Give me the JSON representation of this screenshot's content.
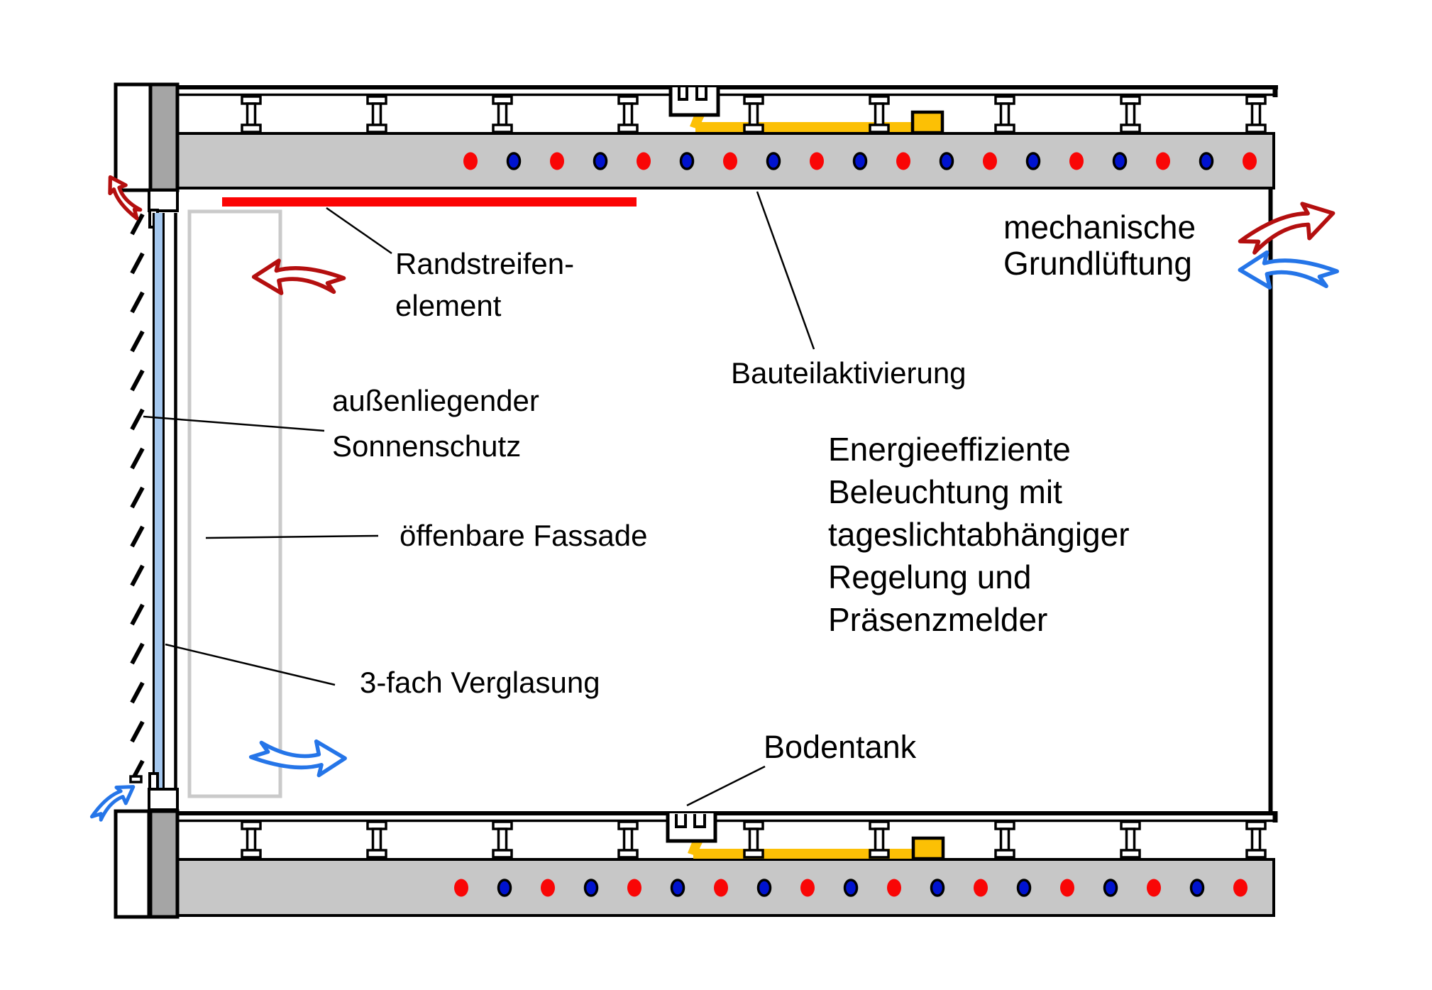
{
  "diagram": {
    "labels": {
      "randstreifenelement": [
        "Randstreifen-",
        "element"
      ],
      "grundlueftung": [
        "mechanische",
        "Grundlüftung"
      ],
      "bauteilaktivierung": "Bauteilaktivierung",
      "sonnenschutz": [
        "außenliegender",
        "Sonnenschutz"
      ],
      "fassade": "öffenbare Fassade",
      "beleuchtung": [
        "Energieeffiziente",
        "Beleuchtung mit",
        "tageslichtabhängiger",
        "Regelung und",
        "Präsenzmelder"
      ],
      "verglasung": "3-fach Verglasung",
      "bodentank": "Bodentank"
    },
    "colors": {
      "pipe_red": "#f90606",
      "pipe_blue": "#0013cf",
      "band_red": "#fb0404",
      "accent_yellow": "#fcc005",
      "glazing_blue": "#a5c8ef",
      "arrow_red": "#b40f0f",
      "arrow_blue": "#2575e8",
      "slab_gray": "#c7c7c7",
      "column_gray": "#a5a5a5",
      "shade_gray": "#cacaca",
      "line_black": "#000000"
    },
    "slab_pipes": {
      "count_per_slab": 19,
      "rows": 2,
      "pattern": [
        "red",
        "blue"
      ]
    },
    "arrows": [
      {
        "name": "exhaust-air-arrow-top-left",
        "color": "red"
      },
      {
        "name": "room-exhaust-arrow-left",
        "color": "red"
      },
      {
        "name": "exhaust-air-arrow-right",
        "color": "red"
      },
      {
        "name": "supply-air-arrow-right",
        "color": "blue"
      },
      {
        "name": "supply-air-arrow-room-left",
        "color": "blue"
      },
      {
        "name": "infiltration-arrow-bottom-left",
        "color": "blue"
      }
    ]
  }
}
